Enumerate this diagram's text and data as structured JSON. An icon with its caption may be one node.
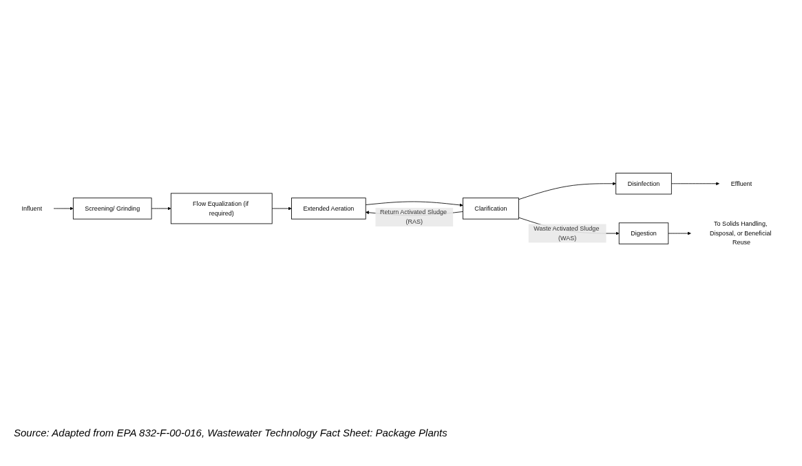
{
  "diagram": {
    "caption": "Source:  Adapted from EPA 832-F-00-016, Wastewater Technology Fact Sheet:  Package Plants",
    "nodes": [
      {
        "text": [
          "Influent"
        ]
      },
      {
        "text": [
          "Screening/ Grinding"
        ]
      },
      {
        "text": [
          "Flow Equalization (if required)"
        ]
      },
      {
        "text": [
          "Extended Aeration"
        ]
      },
      {
        "text": [
          "Clarification"
        ]
      },
      {
        "text": [
          "Disinfection"
        ]
      },
      {
        "text": [
          "Effluent"
        ]
      },
      {
        "text": [
          "Digestion"
        ]
      },
      {
        "text": [
          "To Solids Handling, Disposal, or Beneficial Reuse"
        ]
      }
    ],
    "edges": [
      {
        "from": 0,
        "to": 1,
        "arrow": "to"
      },
      {
        "from": 1,
        "to": 2,
        "arrow": "to"
      },
      {
        "from": 2,
        "to": 3,
        "arrow": "to"
      },
      {
        "from": 3,
        "to": 4,
        "arrow": "to"
      },
      {
        "from": 4,
        "to": 5,
        "arrow": "to"
      },
      {
        "from": 5,
        "to": 6,
        "arrow": "to"
      },
      {
        "from": 4,
        "to": 7,
        "arrow": "to",
        "label": "Waste Activated Sludge (WAS)"
      },
      {
        "from": 4,
        "to": 3,
        "arrow": "to",
        "label": "Return Activated Sludge (RAS)"
      },
      {
        "from": 7,
        "to": 8,
        "arrow": "to"
      }
    ]
  }
}
